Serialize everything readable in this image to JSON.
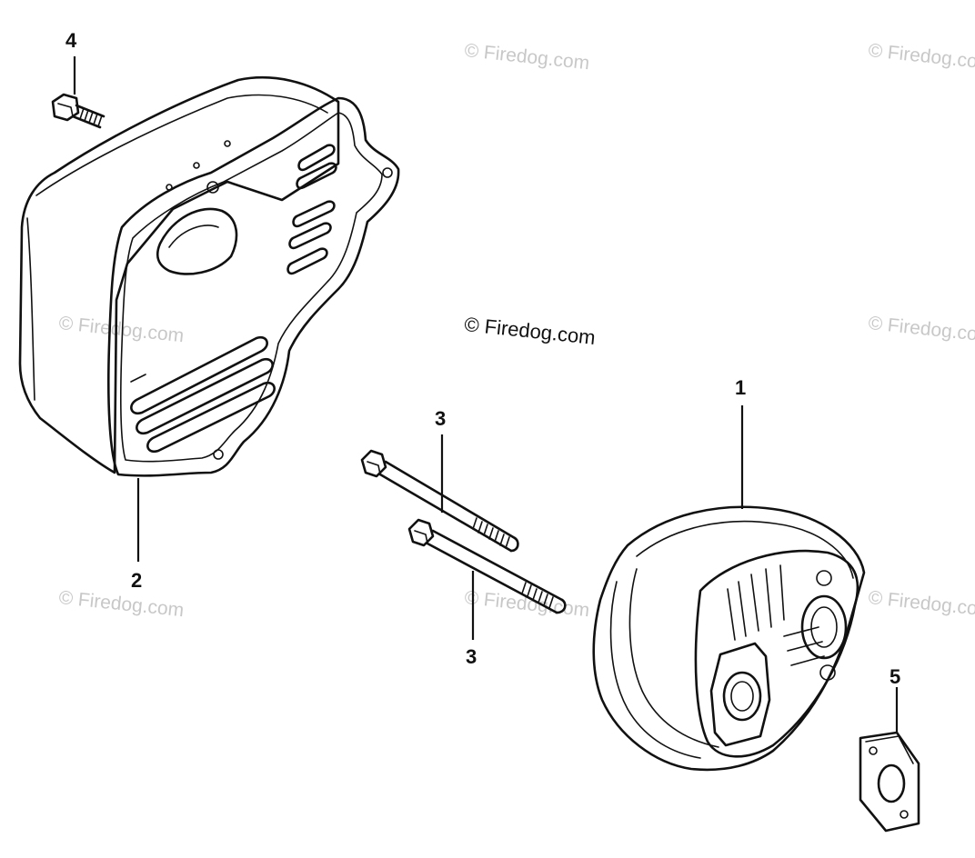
{
  "parts": [
    {
      "ref": "1",
      "name": "muffler"
    },
    {
      "ref": "2",
      "name": "muffler protector"
    },
    {
      "ref": "3",
      "name": "stud bolt"
    },
    {
      "ref": "3",
      "name": "stud bolt"
    },
    {
      "ref": "4",
      "name": "flange bolt"
    },
    {
      "ref": "5",
      "name": "muffler gasket"
    }
  ],
  "labels": {
    "part_1": "1",
    "part_2": "2",
    "part_3_upper": "3",
    "part_3_lower": "3",
    "part_4": "4",
    "part_5": "5"
  },
  "watermarks": {
    "center": "© Firedog.com",
    "faint": "© Firedog.com"
  },
  "colors": {
    "line": "#111111",
    "watermark_faint": "#c8c8c8",
    "background": "#ffffff"
  }
}
